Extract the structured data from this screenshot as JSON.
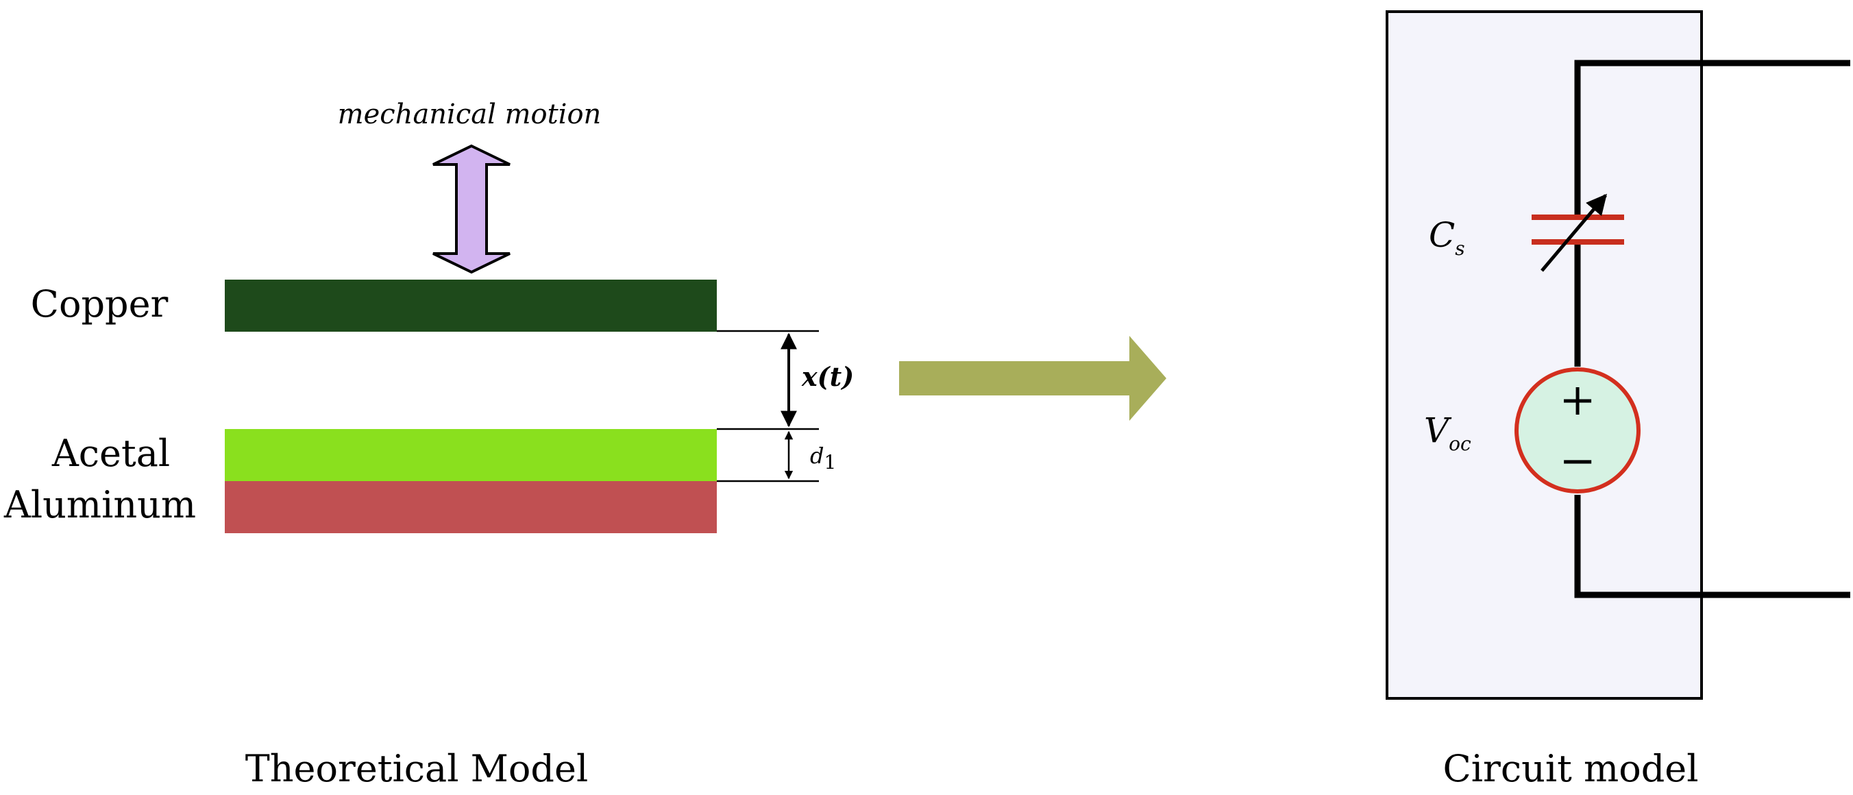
{
  "theoretical": {
    "motion_label": "mechanical motion",
    "layers": [
      {
        "name": "Copper",
        "color": "#1e4a1b"
      },
      {
        "name": "Acetal",
        "color": "#8ae01e"
      },
      {
        "name": "Aluminum",
        "color": "#c05052"
      }
    ],
    "gap_label": "x(t)",
    "thickness_label": "d",
    "thickness_sub": "1",
    "caption": "Theoretical Model",
    "motion_arrow_color": "#d2b4f0"
  },
  "transition_arrow_color": "#a8ae5a",
  "circuit": {
    "capacitor_label": "C",
    "capacitor_sub": "s",
    "capacitor_color": "#c82e1e",
    "source_label": "V",
    "source_sub": "oc",
    "source_plus": "+",
    "source_minus": "−",
    "source_fill": "#d6f2e3",
    "source_stroke": "#d32f1e",
    "box_fill": "#f4f4fb",
    "caption": "Circuit model"
  }
}
